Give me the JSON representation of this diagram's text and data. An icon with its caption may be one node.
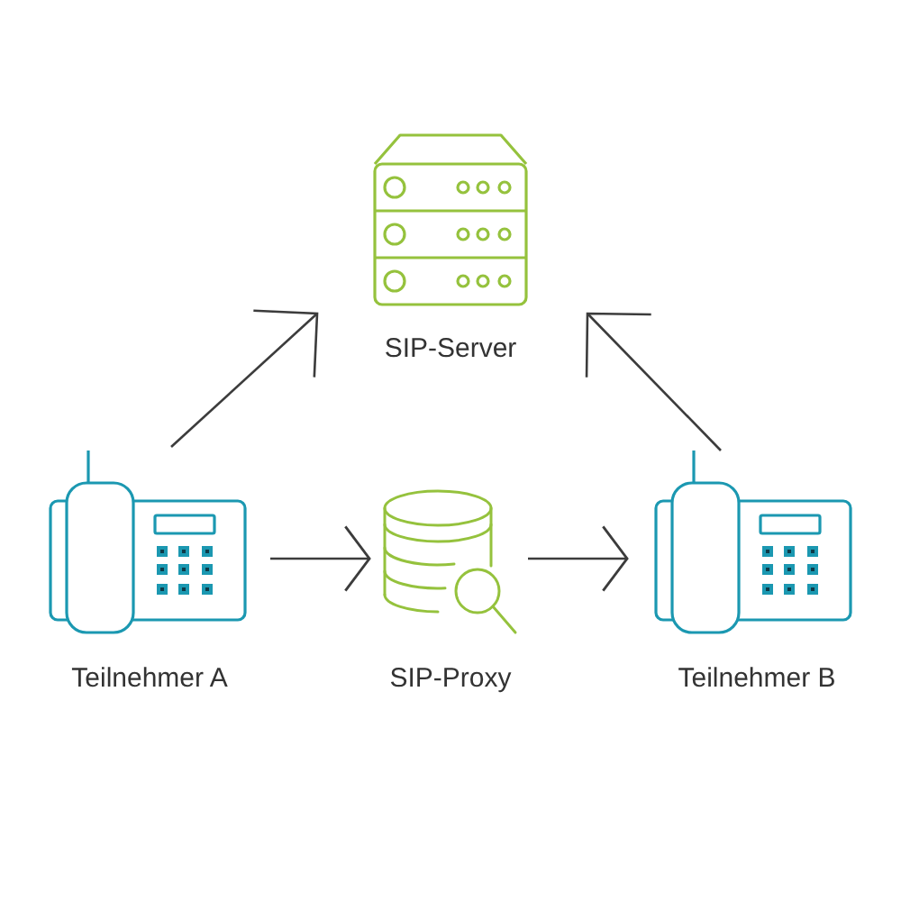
{
  "diagram": {
    "nodes": [
      {
        "text": [
          "SIP-Server"
        ]
      },
      {
        "text": [
          "Teilnehmer A"
        ]
      },
      {
        "text": [
          "SIP-Proxy"
        ]
      },
      {
        "text": [
          "Teilnehmer B"
        ]
      }
    ],
    "edges": [
      {
        "from": 1,
        "to": 0,
        "arrow": "to"
      },
      {
        "from": 3,
        "to": 0,
        "arrow": "to"
      },
      {
        "from": 1,
        "to": 2,
        "arrow": "to"
      },
      {
        "from": 2,
        "to": 3,
        "arrow": "to"
      }
    ]
  }
}
